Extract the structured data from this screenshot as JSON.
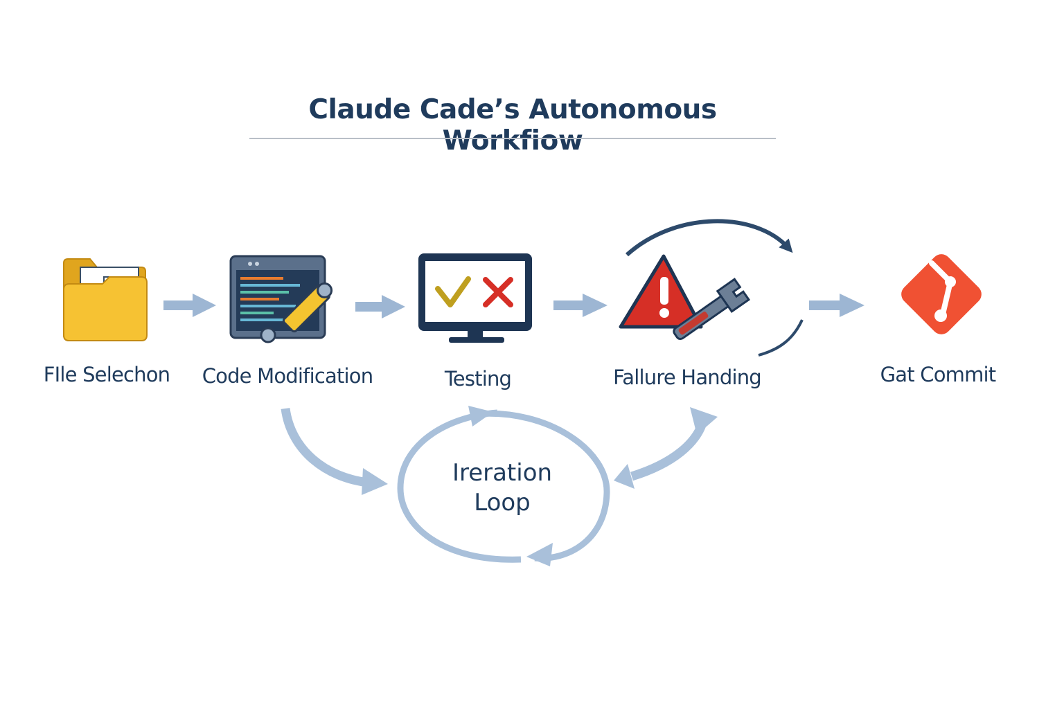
{
  "title": "Claude Cade’s Autonomous Workfiow",
  "steps": [
    {
      "label": "FIle Selechon",
      "icon": "folder-icon"
    },
    {
      "label": "Code Modification",
      "icon": "code-editor-icon"
    },
    {
      "label": "Testing",
      "icon": "monitor-check-cross-icon"
    },
    {
      "label": "Fallure Handing",
      "icon": "warning-wrench-icon"
    },
    {
      "label": "Gat Commit",
      "icon": "git-icon"
    }
  ],
  "loop": {
    "line1": "Ireration",
    "line2": "Loop"
  },
  "colors": {
    "text": "#1f3b5c",
    "arrow": "#9db6d3",
    "folder": "#f6c233",
    "warning": "#d62f26",
    "git": "#f05133"
  }
}
